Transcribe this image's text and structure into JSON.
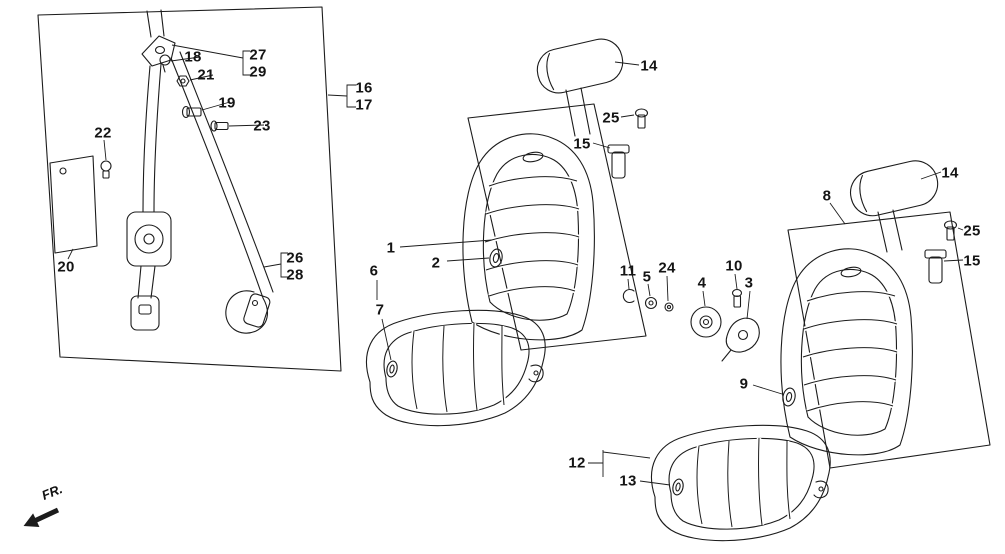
{
  "style": {
    "line_color": "#1c1c1c",
    "background": "#ffffff",
    "hatch_color": "#3a3a3a"
  },
  "fr_indicator": {
    "label": "FR."
  },
  "callouts": [
    {
      "id": "18",
      "text": "18"
    },
    {
      "id": "21",
      "text": "21"
    },
    {
      "id": "27",
      "text": "27"
    },
    {
      "id": "29",
      "text": "29"
    },
    {
      "id": "19",
      "text": "19"
    },
    {
      "id": "23",
      "text": "23"
    },
    {
      "id": "22",
      "text": "22"
    },
    {
      "id": "16",
      "text": "16"
    },
    {
      "id": "17",
      "text": "17"
    },
    {
      "id": "20",
      "text": "20"
    },
    {
      "id": "26",
      "text": "26"
    },
    {
      "id": "28",
      "text": "28"
    },
    {
      "id": "14-left",
      "text": "14"
    },
    {
      "id": "25-left",
      "text": "25"
    },
    {
      "id": "15-left",
      "text": "15"
    },
    {
      "id": "1",
      "text": "1"
    },
    {
      "id": "2",
      "text": "2"
    },
    {
      "id": "6",
      "text": "6"
    },
    {
      "id": "7",
      "text": "7"
    },
    {
      "id": "11",
      "text": "11"
    },
    {
      "id": "5",
      "text": "5"
    },
    {
      "id": "24",
      "text": "24"
    },
    {
      "id": "4",
      "text": "4"
    },
    {
      "id": "10",
      "text": "10"
    },
    {
      "id": "3",
      "text": "3"
    },
    {
      "id": "8",
      "text": "8"
    },
    {
      "id": "14-right",
      "text": "14"
    },
    {
      "id": "25-right",
      "text": "25"
    },
    {
      "id": "15-right",
      "text": "15"
    },
    {
      "id": "9",
      "text": "9"
    },
    {
      "id": "12",
      "text": "12"
    },
    {
      "id": "13",
      "text": "13"
    }
  ]
}
